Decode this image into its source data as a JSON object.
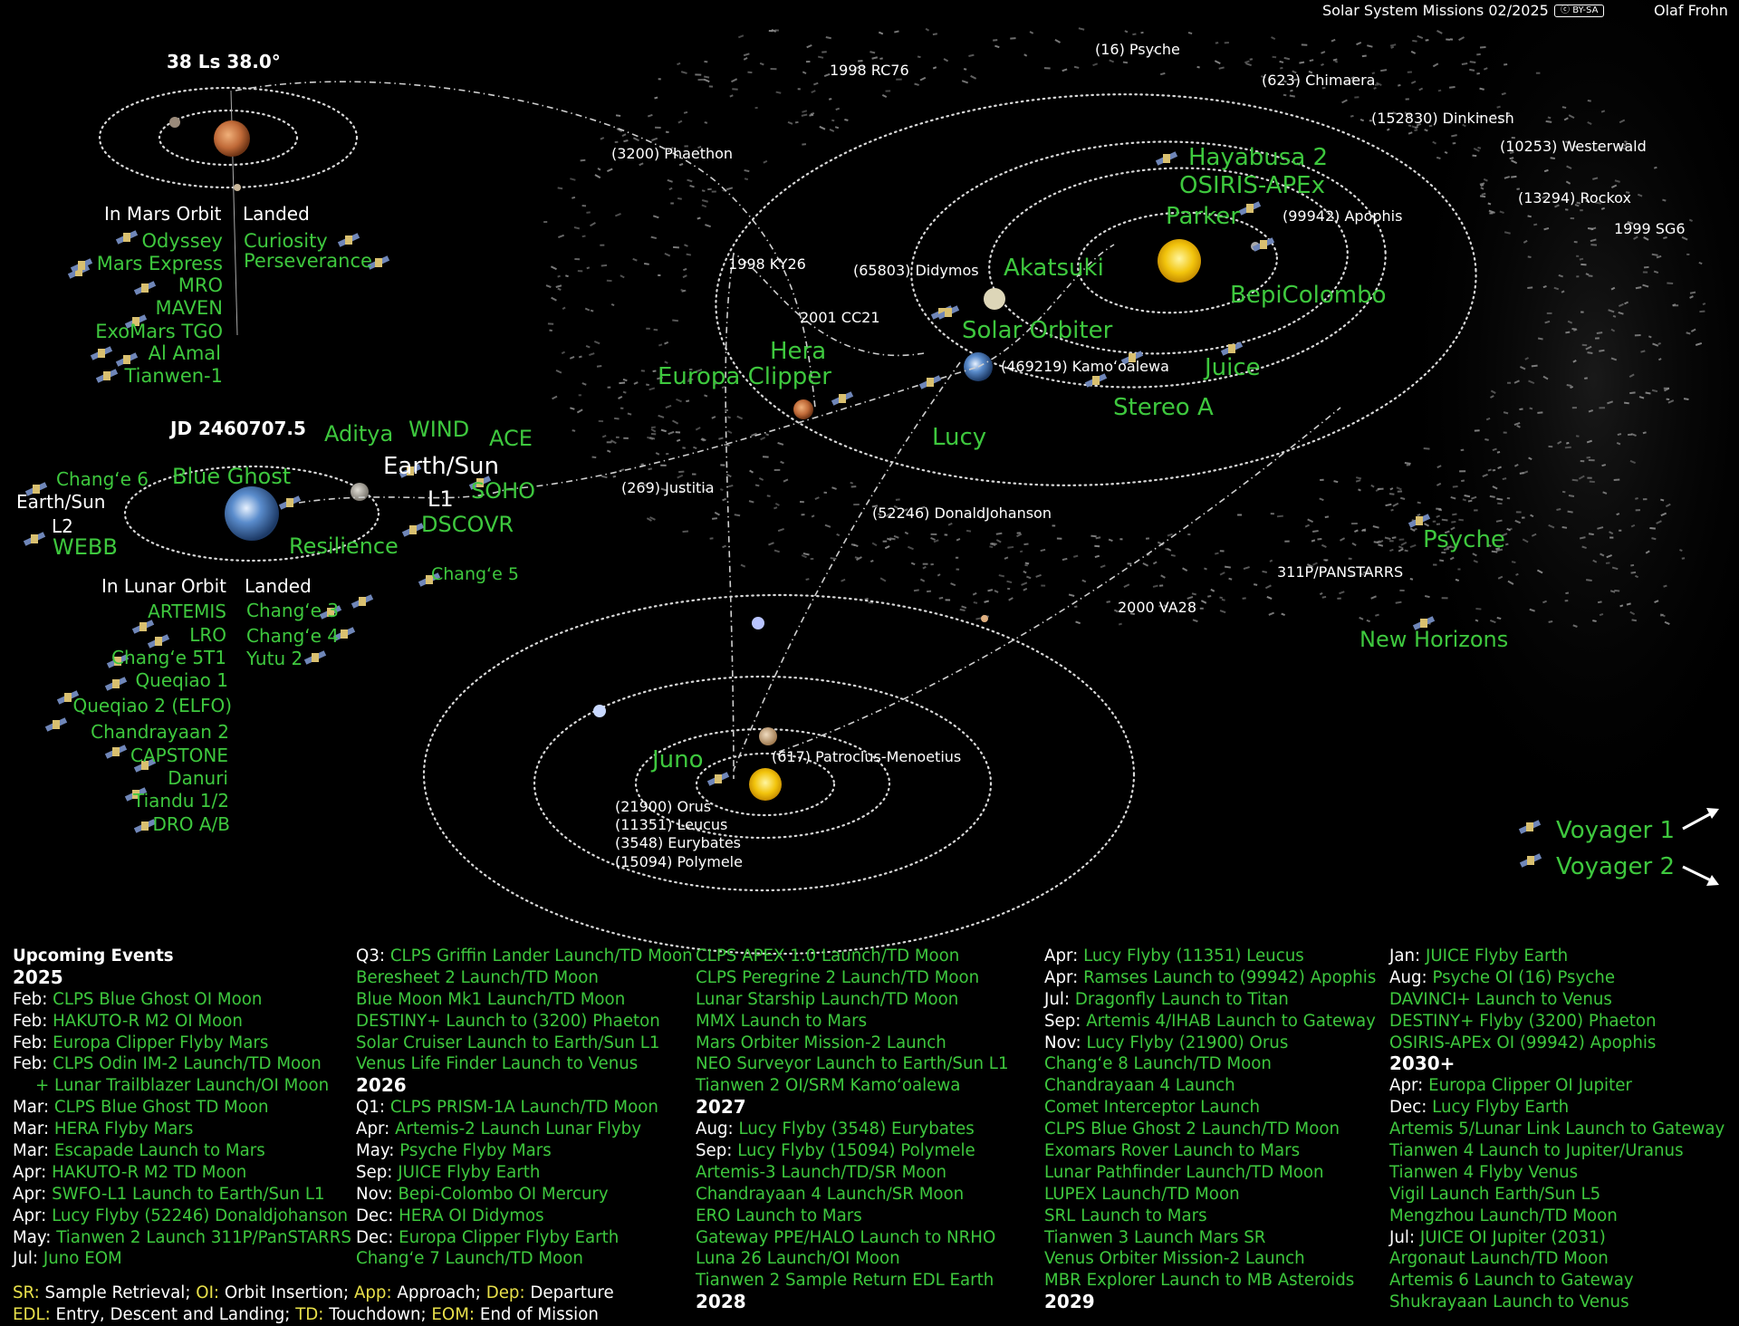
{
  "header": {
    "title": "Solar System Missions 02/2025",
    "license": "BY-SA",
    "author": "Olaf Frohn"
  },
  "mars_panel": {
    "heading": "38 Ls 38.0°",
    "orbit_header": "In Mars Orbit",
    "landed_header": "Landed",
    "orbiters": [
      "Odyssey",
      "Mars Express",
      "MRO",
      "MAVEN",
      "ExoMars TGO",
      "Al Amal",
      "Tianwen-1"
    ],
    "landers": [
      "Curiosity",
      "Perseverance"
    ]
  },
  "earth_panel": {
    "heading": "JD 2460707.5",
    "l2_title": "Earth/Sun",
    "l2_label": "L2",
    "l1_title": "Earth/Sun",
    "l1_label": "L1",
    "l1_missions": [
      "Aditya",
      "WIND",
      "ACE",
      "SOHO",
      "DSCOVR"
    ],
    "l2_missions": [
      "Chang‘e 6",
      "WEBB"
    ],
    "near": [
      "Blue Ghost",
      "Resilience",
      "Chang‘e 5"
    ],
    "orbit_header": "In Lunar Orbit",
    "landed_header": "Landed",
    "lunar_orbiters": [
      "ARTEMIS",
      "LRO",
      "Chang‘e 5T1",
      "Queqiao 1",
      "Queqiao 2 (ELFO)",
      "Chandrayaan 2",
      "CAPSTONE",
      "Danuri",
      "Tiandu 1/2",
      "DRO A/B"
    ],
    "lunar_landers": [
      "Chang‘e 3",
      "Chang‘e 4",
      "Yutu 2"
    ]
  },
  "inner_system": {
    "missions": [
      "Hayabusa 2",
      "OSIRIS-APEx",
      "Parker",
      "Akatsuki",
      "BepiColombo",
      "Solar Orbiter",
      "Juice",
      "Hera",
      "Europa Clipper",
      "Stereo A",
      "Lucy",
      "Psyche",
      "New Horizons"
    ],
    "asteroids": [
      "(16) Psyche",
      "1998 RC76",
      "(623) Chimaera",
      "(152830) Dinkinesh",
      "(10253) Westerwald",
      "(3200) Phaethon",
      "(99942) Apophis",
      "(13294) Rockox",
      "1999 SG6",
      "1998 KY26",
      "(65803) Didymos",
      "2001 CC21",
      "(469219) Kamoʻoalewa",
      "(269) Justitia",
      "(52246) DonaldJohanson",
      "311P/PANSTARRS",
      "2000 VA28"
    ]
  },
  "outer_system": {
    "missions": [
      "Juno",
      "Voyager 1",
      "Voyager 2"
    ],
    "trojans": [
      "(617) Patroclus-Menoetius",
      "(21900) Orus",
      "(11351) Leucus",
      "(3548) Eurybates",
      "(15094) Polymele"
    ]
  },
  "events": {
    "title": "Upcoming Events",
    "columns": [
      [
        {
          "year": "2025"
        },
        {
          "m": "Feb:",
          "e": "CLPS Blue Ghost OI Moon"
        },
        {
          "m": "Feb:",
          "e": "HAKUTO-R M2 OI Moon"
        },
        {
          "m": "Feb:",
          "e": "Europa Clipper Flyby Mars"
        },
        {
          "m": "Feb:",
          "e": "CLPS Odin IM-2 Launch/TD Moon"
        },
        {
          "m": "",
          "e": "+ Lunar Trailblazer Launch/OI Moon"
        },
        {
          "m": "Mar:",
          "e": "CLPS Blue Ghost TD Moon"
        },
        {
          "m": "Mar:",
          "e": "HERA Flyby Mars"
        },
        {
          "m": "Mar:",
          "e": "Escapade Launch to Mars"
        },
        {
          "m": "Apr:",
          "e": "HAKUTO-R M2 TD Moon"
        },
        {
          "m": "Apr:",
          "e": "SWFO-L1 Launch to Earth/Sun L1"
        },
        {
          "m": "Apr:",
          "e": "Lucy Flyby (52246) Donaldjohanson"
        },
        {
          "m": "May:",
          "e": "Tianwen 2 Launch 311P/PanSTARRS"
        },
        {
          "m": "Jul:",
          "e": "Juno EOM"
        }
      ],
      [
        {
          "m": "Q3:",
          "e": "CLPS Griffin Lander Launch/TD Moon"
        },
        {
          "m": "",
          "e": "Beresheet 2 Launch/TD Moon"
        },
        {
          "m": "",
          "e": "Blue Moon Mk1 Launch/TD Moon"
        },
        {
          "m": "",
          "e": "DESTINY+ Launch to (3200) Phaeton"
        },
        {
          "m": "",
          "e": "Solar Cruiser Launch to Earth/Sun L1"
        },
        {
          "m": "",
          "e": "Venus Life Finder Launch to Venus"
        },
        {
          "year": "2026"
        },
        {
          "m": "Q1:",
          "e": "CLPS PRISM-1A Launch/TD Moon"
        },
        {
          "m": "Apr:",
          "e": "Artemis-2 Launch Lunar Flyby"
        },
        {
          "m": "May:",
          "e": "Psyche Flyby Mars"
        },
        {
          "m": "Sep:",
          "e": "JUICE Flyby Earth"
        },
        {
          "m": "Nov:",
          "e": "Bepi-Colombo OI Mercury"
        },
        {
          "m": "Dec:",
          "e": "HERA OI Didymos"
        },
        {
          "m": "Dec:",
          "e": "Europa Clipper Flyby Earth"
        },
        {
          "m": "",
          "e": "Chang‘e 7 Launch/TD Moon"
        }
      ],
      [
        {
          "m": "",
          "e": "CLPS APEX 1.0 Launch/TD Moon"
        },
        {
          "m": "",
          "e": "CLPS Peregrine 2 Launch/TD Moon"
        },
        {
          "m": "",
          "e": "Lunar Starship Launch/TD Moon"
        },
        {
          "m": "",
          "e": "MMX Launch to Mars"
        },
        {
          "m": "",
          "e": "Mars Orbiter Mission-2 Launch"
        },
        {
          "m": "",
          "e": "NEO Surveyor Launch to Earth/Sun L1"
        },
        {
          "m": "",
          "e": "Tianwen 2 OI/SRM Kamoʻoalewa"
        },
        {
          "year": "2027"
        },
        {
          "m": "Aug:",
          "e": "Lucy Flyby (3548) Eurybates"
        },
        {
          "m": "Sep:",
          "e": "Lucy Flyby (15094) Polymele"
        },
        {
          "m": "",
          "e": "Artemis-3 Launch/TD/SR Moon"
        },
        {
          "m": "",
          "e": "Chandrayaan 4 Launch/SR Moon"
        },
        {
          "m": "",
          "e": "ERO Launch to Mars"
        },
        {
          "m": "",
          "e": "Gateway PPE/HALO Launch to NRHO"
        },
        {
          "m": "",
          "e": "Luna 26 Launch/OI Moon"
        },
        {
          "m": "",
          "e": "Tianwen 2 Sample Return EDL Earth"
        },
        {
          "year": "2028"
        }
      ],
      [
        {
          "m": "Apr:",
          "e": "Lucy Flyby (11351) Leucus"
        },
        {
          "m": "Apr:",
          "e": "Ramses Launch to (99942) Apophis"
        },
        {
          "m": "Jul:",
          "e": "Dragonfly Launch to Titan"
        },
        {
          "m": "Sep:",
          "e": "Artemis 4/IHAB Launch to Gateway"
        },
        {
          "m": "Nov:",
          "e": "Lucy Flyby (21900) Orus"
        },
        {
          "m": "",
          "e": "Chang‘e 8 Launch/TD Moon"
        },
        {
          "m": "",
          "e": "Chandrayaan 4 Launch"
        },
        {
          "m": "",
          "e": "Comet Interceptor Launch"
        },
        {
          "m": "",
          "e": "CLPS Blue Ghost 2 Launch/TD Moon"
        },
        {
          "m": "",
          "e": "Exomars Rover Launch to Mars"
        },
        {
          "m": "",
          "e": "Lunar Pathfinder Launch/TD Moon"
        },
        {
          "m": "",
          "e": "LUPEX Launch/TD Moon"
        },
        {
          "m": "",
          "e": "SRL Launch to Mars"
        },
        {
          "m": "",
          "e": "Tianwen 3 Launch Mars SR"
        },
        {
          "m": "",
          "e": "Venus Orbiter Mission-2 Launch"
        },
        {
          "m": "",
          "e": "MBR Explorer Launch to MB Asteroids"
        },
        {
          "year": "2029"
        }
      ],
      [
        {
          "m": "Jan:",
          "e": "JUICE Flyby Earth"
        },
        {
          "m": "Aug:",
          "e": "Psyche  OI (16) Psyche"
        },
        {
          "m": "",
          "e": "DAVINCI+ Launch to Venus"
        },
        {
          "m": "",
          "e": "DESTINY+ Flyby (3200) Phaeton"
        },
        {
          "m": "",
          "e": "OSIRIS-APEx OI (99942) Apophis"
        },
        {
          "year": "2030+"
        },
        {
          "m": "Apr:",
          "e": "Europa Clipper OI Jupiter"
        },
        {
          "m": "Dec:",
          "e": "Lucy Flyby Earth"
        },
        {
          "m": "",
          "e": "Artemis 5/Lunar Link Launch to Gateway"
        },
        {
          "m": "",
          "e": "Tianwen 4 Launch to Jupiter/Uranus"
        },
        {
          "m": "",
          "e": "Tianwen 4 Flyby Venus"
        },
        {
          "m": "",
          "e": "Vigil Launch Earth/Sun L5"
        },
        {
          "m": "",
          "e": "Mengzhou Launch/TD Moon"
        },
        {
          "m": "Jul:",
          "e": "JUICE OI Jupiter (2031)"
        },
        {
          "m": "",
          "e": "Argonaut Launch/TD Moon"
        },
        {
          "m": "",
          "e": "Artemis 6 Launch to Gateway"
        },
        {
          "m": "",
          "e": "Shukrayaan Launch to Venus"
        }
      ]
    ]
  },
  "legend": {
    "items": [
      {
        "k": "SR:",
        "v": " Sample Retrieval; "
      },
      {
        "k": "OI:",
        "v": " Orbit Insertion; "
      },
      {
        "k": "App:",
        "v": " Approach; "
      },
      {
        "k": "Dep:",
        "v": " Departure"
      }
    ],
    "items2": [
      {
        "k": "EDL:",
        "v": " Entry, Descent and Landing; "
      },
      {
        "k": "TD:",
        "v": " Touchdown; "
      },
      {
        "k": "EOM:",
        "v": " End of Mission"
      }
    ]
  }
}
